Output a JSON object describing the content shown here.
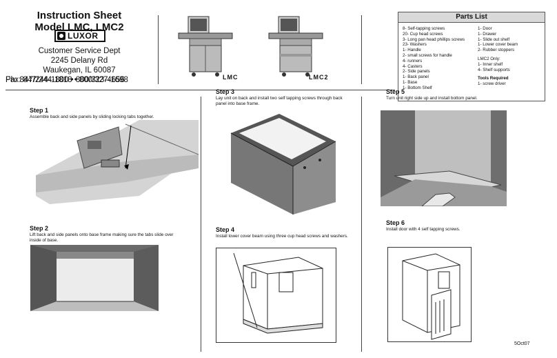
{
  "header": {
    "title_line1": "Instruction Sheet",
    "title_line2": "Model LMC, LMC2",
    "logo_text": "LUXOR",
    "contact": {
      "dept": "Customer Service Dept",
      "address1": "2245 Delany Rd",
      "address2": "Waukegan, IL 60087",
      "phone": "Ph:  847/244-1800 • 800/323-4656",
      "fax": "Fax: 847/244-1818 • 800/327-1698"
    }
  },
  "models": [
    {
      "label": "LMC"
    },
    {
      "label": "LMC2"
    }
  ],
  "parts_list": {
    "title": "Parts List",
    "col1": [
      "8- Self-tapping screws",
      "20- Cup head screws",
      "3- Long pan head phillips screws",
      "23- Washers",
      "1- Handle",
      "2- small screws for handle",
      "4- runners",
      "4- Casters",
      "2- Side panels",
      "1- Back panel",
      "1- Base",
      "1- Bottom Shelf"
    ],
    "col2": [
      "1- Door",
      "1- Drawer",
      "1- Slide out shelf",
      "1- Lower cover beam",
      "2- Rubber stoppers"
    ],
    "lmc2_heading": "LMC2 Only:",
    "lmc2_items": [
      "1- Inner shelf",
      "4- Shelf supports"
    ],
    "tools_heading": "Tools Required",
    "tools": [
      "1- screw driver"
    ]
  },
  "steps": [
    {
      "title": "Step 1",
      "text": "Assemble back and side panels by sliding locking tabs together."
    },
    {
      "title": "Step 2",
      "text": "Lift back and side panels onto base frame making sure the tabs slide over inside of base."
    },
    {
      "title": "Step 3",
      "text": "Lay unit on back and install two self tapping screws through back panel into base frame."
    },
    {
      "title": "Step 4",
      "text": "Install lower cover beam using three cup head screws and washers."
    },
    {
      "title": "Step 5",
      "text": "Turn unit right side up and install bottom panel."
    },
    {
      "title": "Step 6",
      "text": "Install door with 4 self tapping screws."
    }
  ],
  "footer": {
    "code": "5Oct07"
  }
}
